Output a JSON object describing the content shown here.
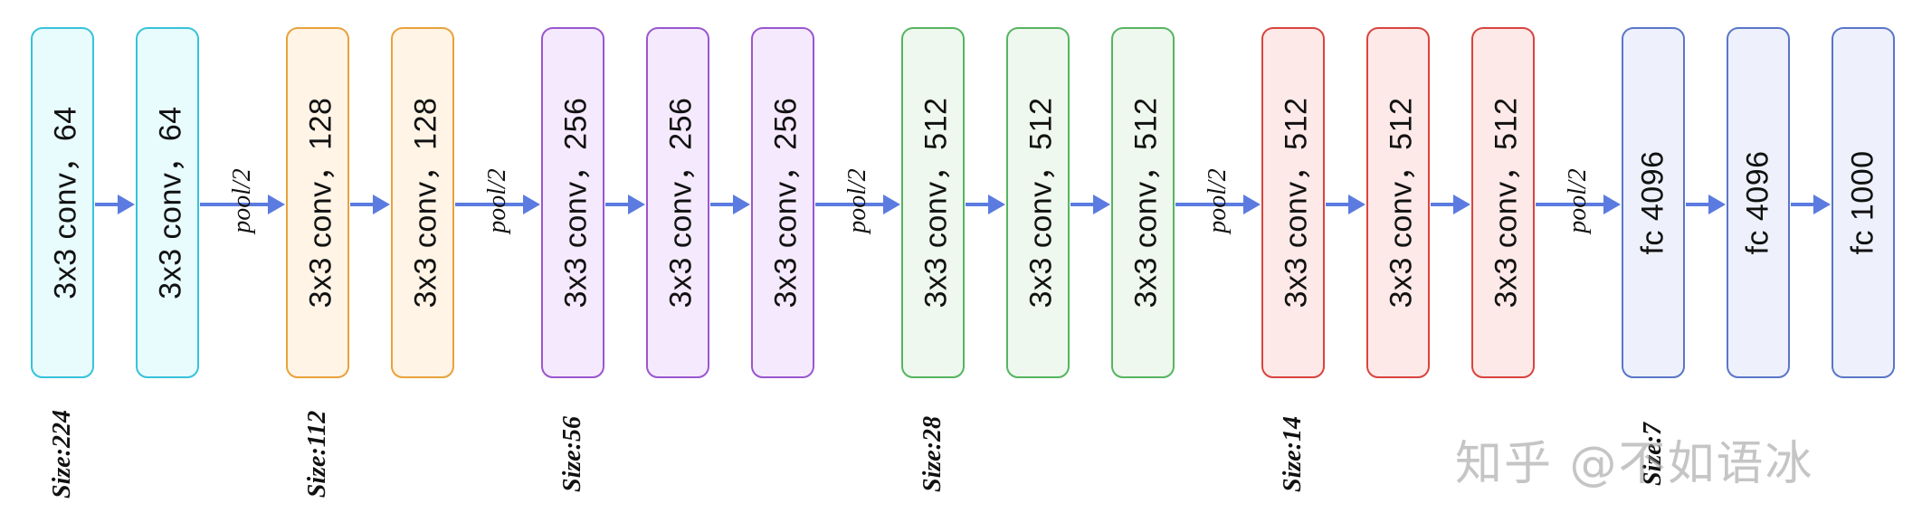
{
  "colors": {
    "arrow": "#5b7be0",
    "cyan": {
      "border": "#36c3da",
      "fill": "#e8fbfd"
    },
    "orange": {
      "border": "#e8a33a",
      "fill": "#fff4e6"
    },
    "purple": {
      "border": "#9a56cf",
      "fill": "#f5eafd"
    },
    "green": {
      "border": "#56b561",
      "fill": "#eef8ee"
    },
    "red": {
      "border": "#d9443f",
      "fill": "#fde9e8"
    },
    "blue": {
      "border": "#5a76c8",
      "fill": "#eef1fb"
    }
  },
  "pool_label": "pool/2",
  "stages": [
    {
      "size": "Size:224",
      "color": "cyan",
      "layers": [
        "3x3 conv，64",
        "3x3 conv，64"
      ]
    },
    {
      "size": "Size:112",
      "color": "orange",
      "layers": [
        "3x3 conv，128",
        "3x3 conv，128"
      ]
    },
    {
      "size": "Size:56",
      "color": "purple",
      "layers": [
        "3x3 conv，256",
        "3x3 conv，256",
        "3x3 conv，256"
      ]
    },
    {
      "size": "Size:28",
      "color": "green",
      "layers": [
        "3x3 conv，512",
        "3x3 conv，512",
        "3x3 conv，512"
      ]
    },
    {
      "size": "Size:14",
      "color": "red",
      "layers": [
        "3x3 conv，512",
        "3x3 conv，512",
        "3x3 conv，512"
      ]
    },
    {
      "size": "Size:7",
      "color": "blue",
      "layers": [
        "fc 4096",
        "fc 4096",
        "fc 1000"
      ]
    }
  ],
  "watermark": "知乎 @不如语冰"
}
